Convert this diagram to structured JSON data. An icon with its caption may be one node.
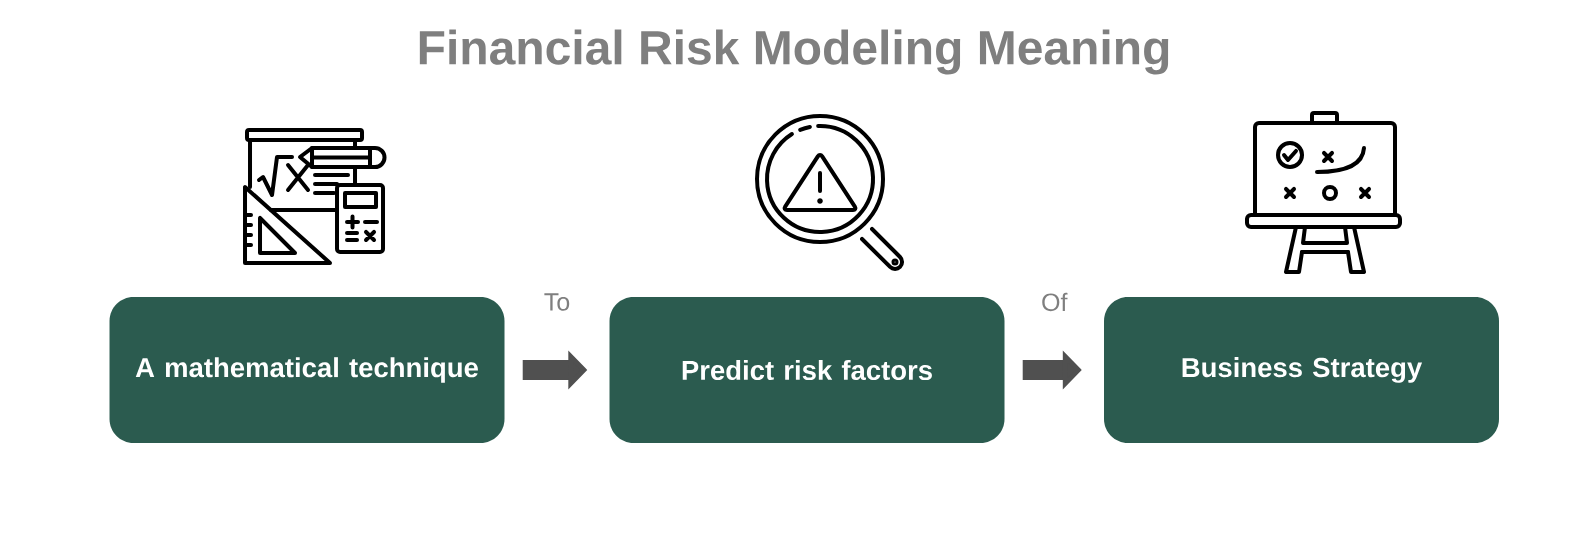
{
  "diagram": {
    "title": "Financial Risk Modeling Meaning",
    "nodes": [
      {
        "text": [
          "A mathematical technique"
        ]
      },
      {
        "text": [
          "Predict risk factors"
        ]
      },
      {
        "text": [
          "Business Strategy"
        ]
      }
    ],
    "edges": [
      {
        "from": 0,
        "to": 1,
        "arrow": "to",
        "label": "To"
      },
      {
        "from": 1,
        "to": 2,
        "arrow": "to",
        "label": "Of"
      }
    ]
  }
}
